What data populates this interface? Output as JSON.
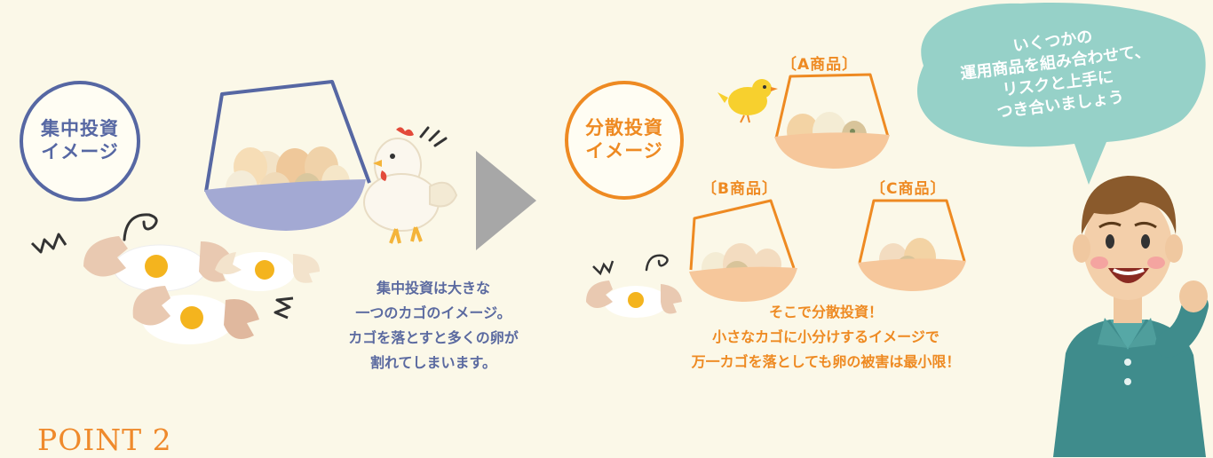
{
  "concentrated": {
    "circle_line1": "集中投資",
    "circle_line2": "イメージ",
    "caption": [
      "集中投資は大きな",
      "一つのカゴのイメージ。",
      "カゴを落とすと多くの卵が",
      "割れてしまいます。"
    ]
  },
  "diversified": {
    "circle_line1": "分散投資",
    "circle_line2": "イメージ",
    "products": {
      "a": "〔A商品〕",
      "b": "〔B商品〕",
      "c": "〔C商品〕"
    },
    "caption": [
      "そこで分散投資！",
      "小さなカゴに小分けするイメージで",
      "万一カゴを落としても卵の被害は最小限！"
    ]
  },
  "speech_bubble": {
    "lines": [
      "いくつかの",
      "運用商品を組み合わせて、",
      "リスクと上手に",
      "つき合いましょう"
    ]
  },
  "point_label": "POINT 2",
  "colors": {
    "background": "#fbf8e8",
    "blue_accent": "#5667a3",
    "orange_accent": "#ee8a22",
    "bubble": "#96d1c8",
    "arrow": "#a7a7a7"
  },
  "icons": [
    "broken-egg-icon",
    "hen-icon",
    "chick-icon",
    "basket-icon",
    "arrow-right-icon",
    "man-icon"
  ]
}
